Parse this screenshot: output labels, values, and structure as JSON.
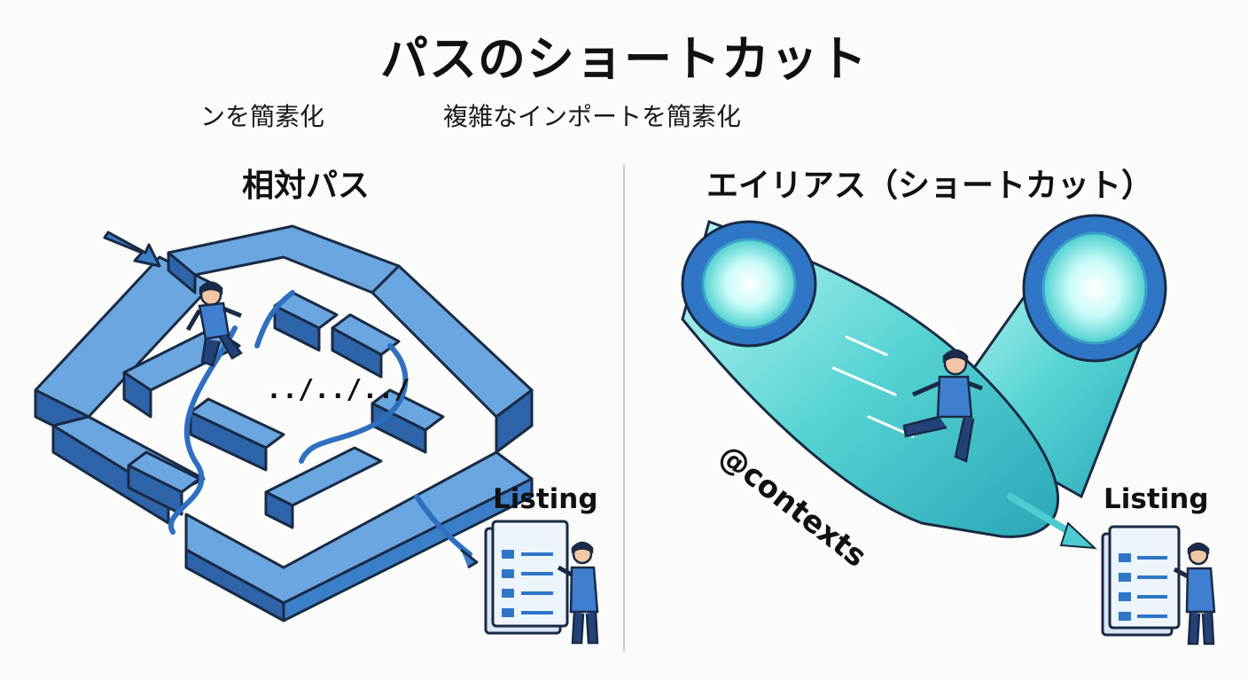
{
  "title": "パスのショートカット",
  "subtitle_fragment": "ンを簡素化",
  "subtitle": "複雑なインポートを簡素化",
  "left_panel": {
    "heading": "相対パス",
    "path_label": "../../../",
    "target_label": "Listing"
  },
  "right_panel": {
    "heading": "エイリアス（ショートカット）",
    "alias_label": "@contexts",
    "target_label": "Listing"
  },
  "colors": {
    "maze_blue": "#3c7fc9",
    "maze_top": "#6aa6e0",
    "tube_cyan": "#5ad6d6",
    "tube_rim": "#2f76c7",
    "outline": "#1a2a44"
  }
}
